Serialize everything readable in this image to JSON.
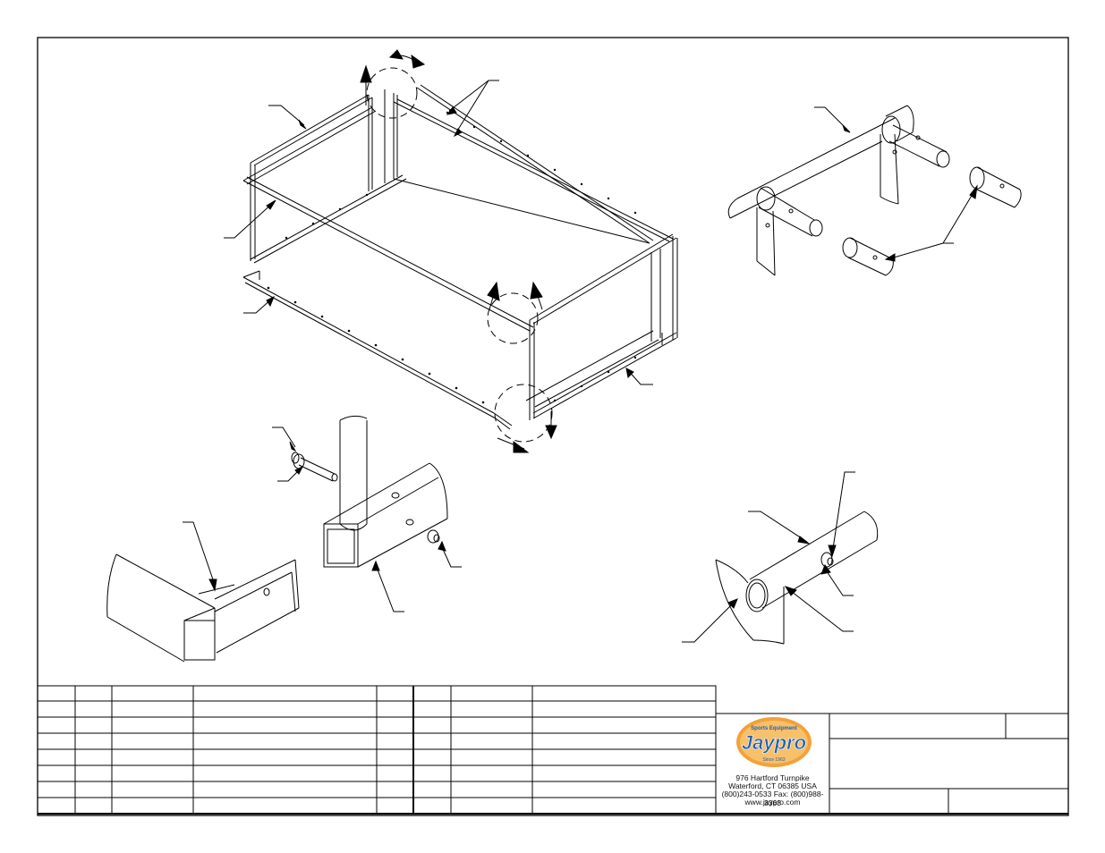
{
  "company": {
    "name": "Jaypro",
    "tagline_top": "Sports Equipment",
    "tagline_bottom": "Since 1963",
    "address_line1": "976 Hartford Turnpike",
    "address_line2": "Waterford, CT 06385 USA",
    "phone_fax": "(800)243-0533  Fax: (800)988-3363",
    "website": "www.jaypro.com"
  },
  "colors": {
    "line": "#000000",
    "logo_blue": "#1f5fb5",
    "logo_orange": "#f2a23a"
  },
  "parts_table": {
    "rows": 8,
    "column_groups": 2,
    "cells": []
  },
  "title_block": {
    "fields": []
  }
}
